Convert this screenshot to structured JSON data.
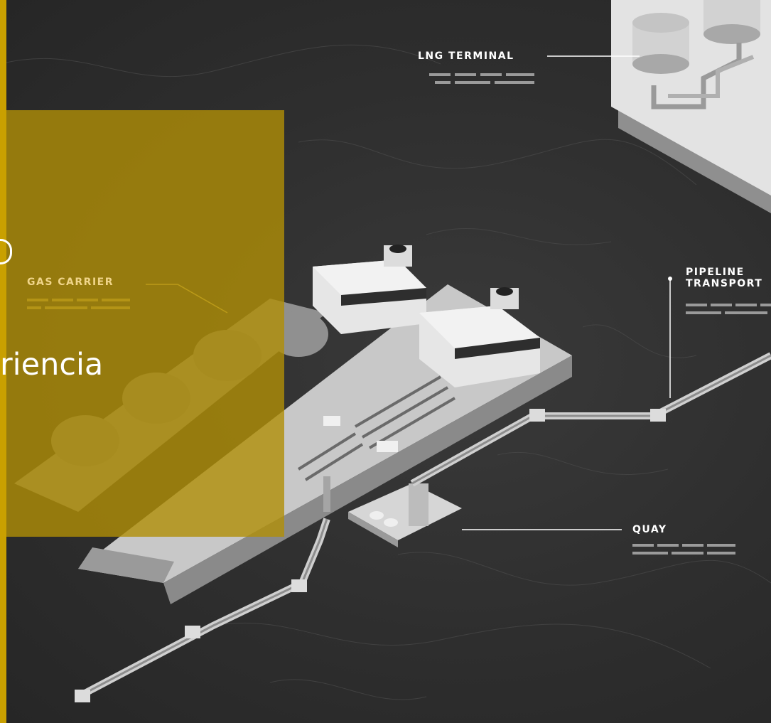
{
  "labels": {
    "lng_terminal": "LNG TERMINAL",
    "gas_carrier": "GAS CARRIER",
    "pipeline_line1": "PIPELINE",
    "pipeline_line2": "TRANSPORT",
    "quay": "QUAY"
  },
  "headline": "riencia",
  "colors": {
    "accent_gold": "#c9a000",
    "background": "#2c2c2c"
  }
}
